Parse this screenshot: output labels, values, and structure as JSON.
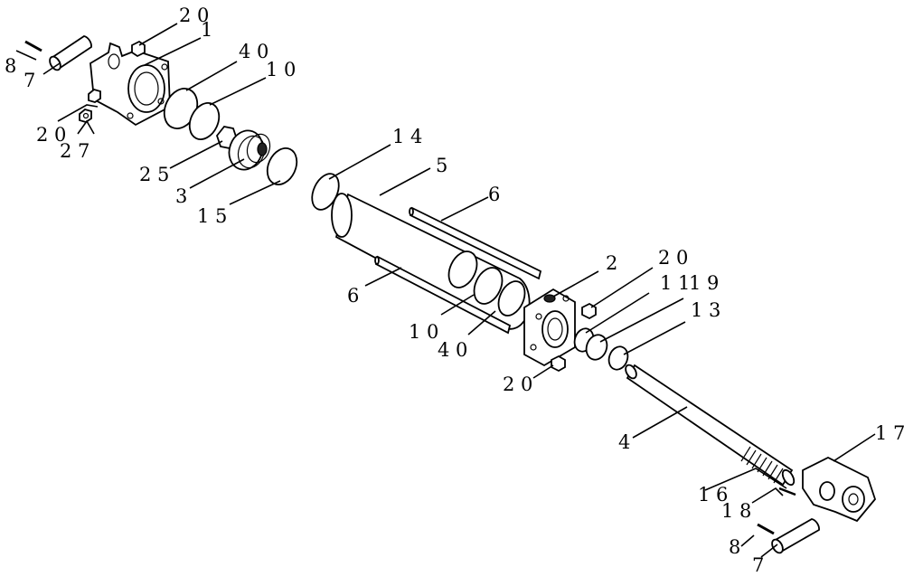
{
  "diagram": {
    "labels": {
      "l_20_top": "2 0",
      "l_1_top": "1",
      "l_40_top": "4 0",
      "l_10_top": "1 0",
      "l_8_left": "8",
      "l_7_left": "7",
      "l_20_left": "2 0",
      "l_27": "2 7",
      "l_25": "2 5",
      "l_3": "3",
      "l_15": "1 5",
      "l_14": "1 4",
      "l_5": "5",
      "l_6_top": "6",
      "l_6_left": "6",
      "l_10_mid": "1 0",
      "l_40_mid": "4 0",
      "l_2": "2",
      "l_20_right": "2 0",
      "l_11": "1 1",
      "l_19": "1 9",
      "l_13": "1 3",
      "l_20_bottom": "2 0",
      "l_4": "4",
      "l_17": "1 7",
      "l_16": "1 6",
      "l_18": "1 8",
      "l_8_right": "8",
      "l_7_right": "7"
    }
  }
}
